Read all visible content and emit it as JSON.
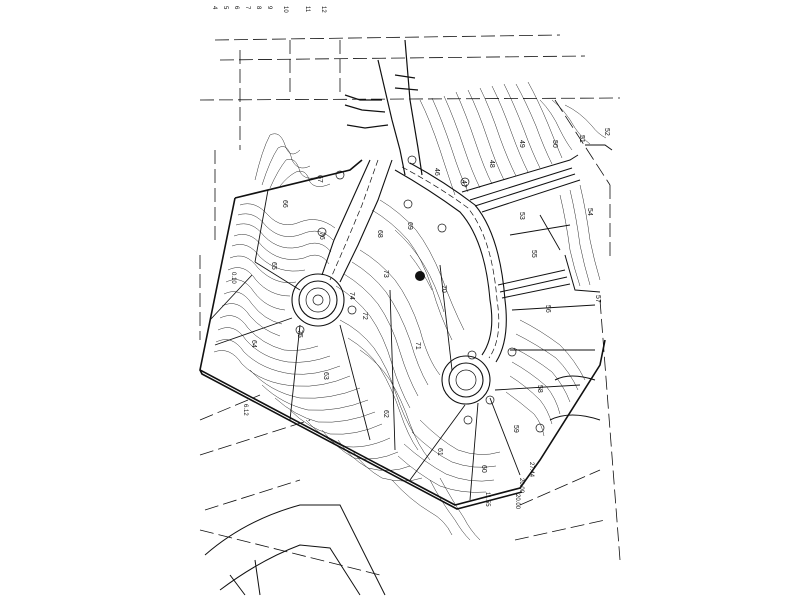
{
  "sheet": {
    "header_numbers": [
      "4",
      "5",
      "6",
      "7",
      "8",
      "9",
      "10",
      "11",
      "12"
    ]
  },
  "lots": [
    "46",
    "47",
    "48",
    "49",
    "50",
    "51",
    "52",
    "53",
    "54",
    "55",
    "56",
    "57",
    "58",
    "59",
    "60",
    "61",
    "62",
    "63",
    "64",
    "65",
    "66",
    "67",
    "68",
    "69",
    "70",
    "71",
    "72",
    "73",
    "74",
    "75",
    "76"
  ],
  "annotations": [
    "27.44",
    "20.00",
    "11.55",
    "20.00",
    "6.12",
    "0.10"
  ],
  "colors": {
    "ink": "#111111",
    "paper": "#ffffff"
  }
}
